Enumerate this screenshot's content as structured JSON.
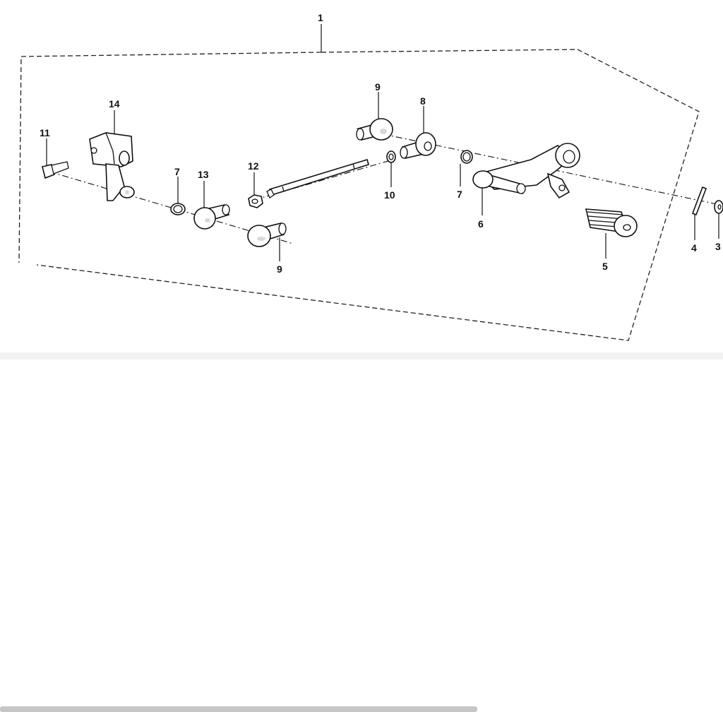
{
  "diagram": {
    "callouts": {
      "c1": "1",
      "c3": "3",
      "c4": "4",
      "c5": "5",
      "c6": "6",
      "c7a": "7",
      "c7b": "7",
      "c8": "8",
      "c9a": "9",
      "c9b": "9",
      "c10": "10",
      "c11": "11",
      "c12": "12",
      "c13": "13",
      "c14": "14"
    }
  }
}
